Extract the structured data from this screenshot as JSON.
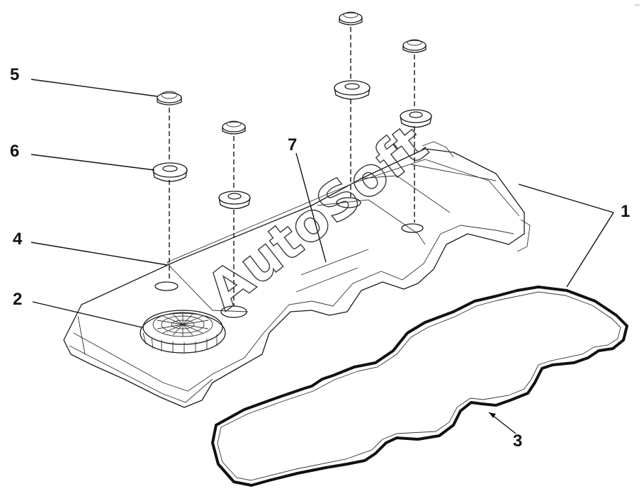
{
  "callouts": {
    "c1": "1",
    "c2": "2",
    "c3": "3",
    "c4": "4",
    "c5": "5",
    "c6": "6",
    "c7": "7"
  },
  "watermark": "AutoSoft",
  "corner_mark": "--",
  "colors": {
    "line": "#1a1a1a",
    "background": "#ffffff",
    "gasket": "#111111"
  }
}
